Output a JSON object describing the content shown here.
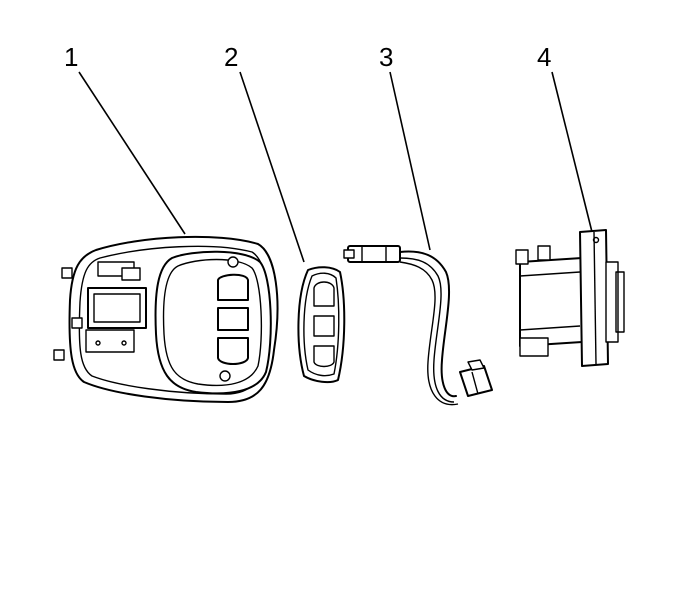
{
  "callouts": [
    {
      "label": "1"
    },
    {
      "label": "2"
    },
    {
      "label": "3"
    },
    {
      "label": "4"
    }
  ],
  "colors": {
    "line": "#000000",
    "background": "#ffffff"
  }
}
